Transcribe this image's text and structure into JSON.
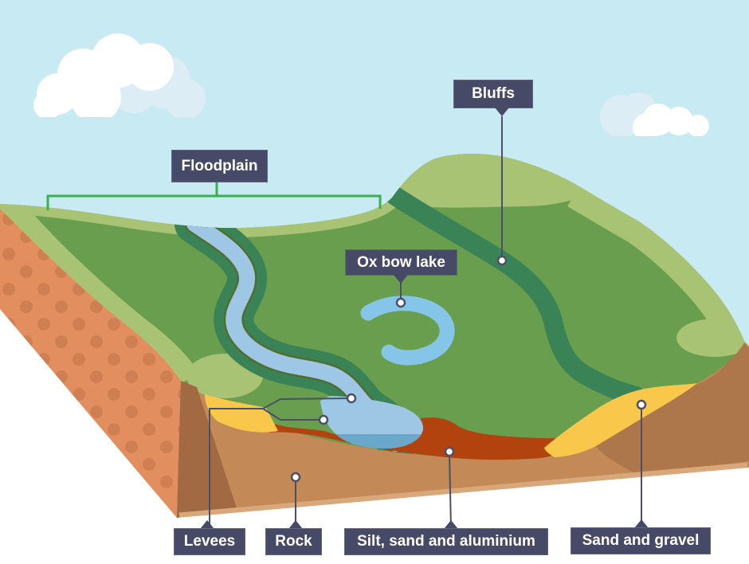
{
  "diagram": {
    "labels": {
      "floodplain": "Floodplain",
      "bluffs": "Bluffs",
      "oxbow": "Ox bow lake",
      "levees": "Levees",
      "rock": "Rock",
      "silt": "Silt, sand and aluminium",
      "sand_gravel": "Sand and gravel"
    },
    "colors": {
      "sky": "#C8EAF3",
      "cloud_white": "#FFFFFF",
      "cloud_tint": "#DCEDF6",
      "label_background": "#474A66",
      "label_text": "#FFFFFF",
      "bracket_green": "#3CB04E",
      "leader_line": "#4D4F66",
      "grass_main": "#689E4D",
      "grass_light": "#A8C373",
      "river_bank_green": "#3A8357",
      "river_outline_olive": "#516E2D",
      "river_blue": "#9DC7E5",
      "pool_deep_blue": "#69A8CA",
      "lake_blue": "#85C6E8",
      "cliff_orange": "#E28E5E",
      "cliff_dot_orange": "#D07F52",
      "soil_brown": "#C38957",
      "soil_brown_dark": "#A26A43",
      "slope_brown": "#AE764B",
      "soil_edge_light": "#D8A77A",
      "silt_red": "#B2430E",
      "sand_yellow": "#F9C84A"
    }
  }
}
